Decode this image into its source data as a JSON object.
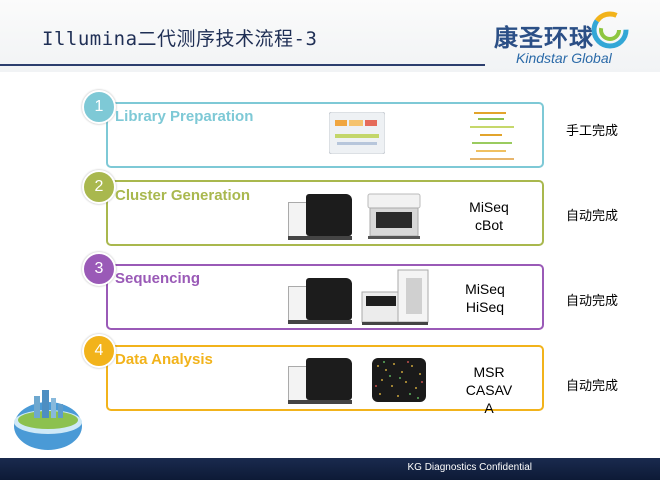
{
  "header": {
    "title": "Illumina二代测序技术流程-3"
  },
  "logo": {
    "cn": "康圣环球",
    "en": "Kindstar Global"
  },
  "steps": [
    {
      "number": "1",
      "title": "Library Preparation",
      "platform": "",
      "mode": "手工完成",
      "color": "#7ec9d6"
    },
    {
      "number": "2",
      "title": "Cluster Generation",
      "platform_line1": "MiSeq",
      "platform_line2": "cBot",
      "mode": "自动完成",
      "color": "#a9b84e"
    },
    {
      "number": "3",
      "title": "Sequencing",
      "platform_line1": "MiSeq",
      "platform_line2": "HiSeq",
      "mode": "自动完成",
      "color": "#9a5ab7"
    },
    {
      "number": "4",
      "title": "Data Analysis",
      "platform_line1": "MSR",
      "platform_line2": "CASAV",
      "platform_line3": "A",
      "mode": "自动完成",
      "color": "#f2b31b"
    }
  ],
  "footer": {
    "text": "KG Diagnostics Confidential"
  }
}
